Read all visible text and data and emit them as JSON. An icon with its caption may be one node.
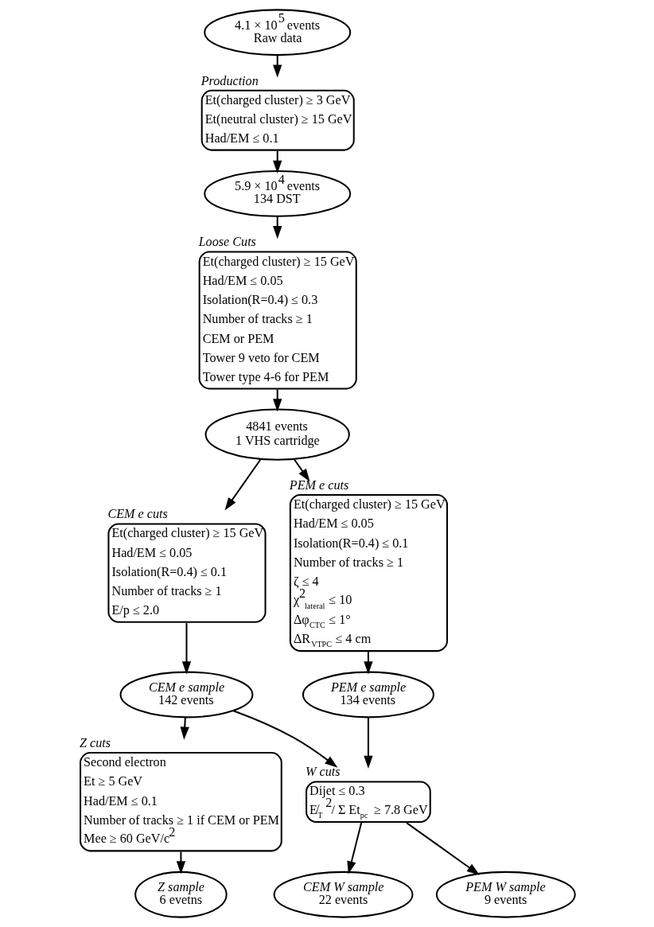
{
  "diagram": {
    "nodes": [
      {
        "text": [
          "4.1 × 10$^{5}$ events",
          "Raw data"
        ]
      },
      {
        "text": [
          "Production",
          "Et(charged cluster) ≥ 3 GeV",
          "Et(neutral cluster) ≥ 15 GeV",
          "Had/EM ≤ 0.1"
        ]
      },
      {
        "text": [
          "5.9 × 10$^{4}$ events",
          "134 DST"
        ]
      },
      {
        "text": [
          "Loose Cuts",
          "Et(charged cluster) ≥ 15 GeV",
          "Had/EM ≤ 0.05",
          "Isolation(R=0.4) ≤ 0.3",
          "Number of tracks ≥ 1",
          "CEM or PEM",
          "Tower 9 veto for CEM",
          "Tower type 4-6 for PEM"
        ]
      },
      {
        "text": [
          "4841 events",
          "1 VHS cartridge"
        ]
      },
      {
        "text": [
          "CEM e cuts",
          "Et(charged cluster) ≥ 15 GeV",
          "Had/EM ≤ 0.05",
          "Isolation(R=0.4) ≤ 0.1",
          "Number of tracks ≥ 1",
          "E/p ≤ 2.0"
        ]
      },
      {
        "text": [
          "PEM e cuts",
          "Et(charged cluster) ≥ 15 GeV",
          "Had/EM ≤ 0.05",
          "Isolation(R=0.4) ≤ 0.1",
          "Number of tracks ≥ 1",
          "ζ ≤ 4",
          "χ$^{2}$$_{lateral}$ ≤ 10",
          "Δφ$_{CTC}$ ≤ 1°",
          "ΔR$_{VTPC}$ ≤ 4 cm"
        ]
      },
      {
        "text": [
          "CEM e sample",
          "142 events"
        ]
      },
      {
        "text": [
          "PEM e sample",
          "134 events"
        ]
      },
      {
        "text": [
          "Z cuts",
          "Second electron",
          "Et ≥ 5 GeV",
          "Had/EM ≤ 0.1",
          "Number of tracks ≥ 1 if CEM or PEM",
          "Mee ≥ 60 GeV/c$^{2}$"
        ]
      },
      {
        "text": [
          "W cuts",
          "Dijet ≤ 0.3",
          "E̸$_{T}$$^{2}$/ Σ Et$_{pc}$ ≥ 7.8 GeV"
        ]
      },
      {
        "text": [
          "Z sample",
          "6 evetns"
        ]
      },
      {
        "text": [
          "CEM W sample",
          "22 events"
        ]
      },
      {
        "text": [
          "PEM W sample",
          "9 events"
        ]
      }
    ],
    "edges": [
      {
        "from": 0,
        "to": 1,
        "arrow": "to"
      },
      {
        "from": 1,
        "to": 2,
        "arrow": "to"
      },
      {
        "from": 2,
        "to": 3,
        "arrow": "to"
      },
      {
        "from": 3,
        "to": 4,
        "arrow": "to"
      },
      {
        "from": 4,
        "to": 5,
        "arrow": "to"
      },
      {
        "from": 4,
        "to": 6,
        "arrow": "to"
      },
      {
        "from": 5,
        "to": 7,
        "arrow": "to"
      },
      {
        "from": 6,
        "to": 8,
        "arrow": "to"
      },
      {
        "from": 7,
        "to": 9,
        "arrow": "to"
      },
      {
        "from": 7,
        "to": 10,
        "arrow": "to"
      },
      {
        "from": 8,
        "to": 10,
        "arrow": "to"
      },
      {
        "from": 9,
        "to": 11,
        "arrow": "to"
      },
      {
        "from": 10,
        "to": 12,
        "arrow": "to"
      },
      {
        "from": 10,
        "to": 13,
        "arrow": "to"
      }
    ]
  }
}
